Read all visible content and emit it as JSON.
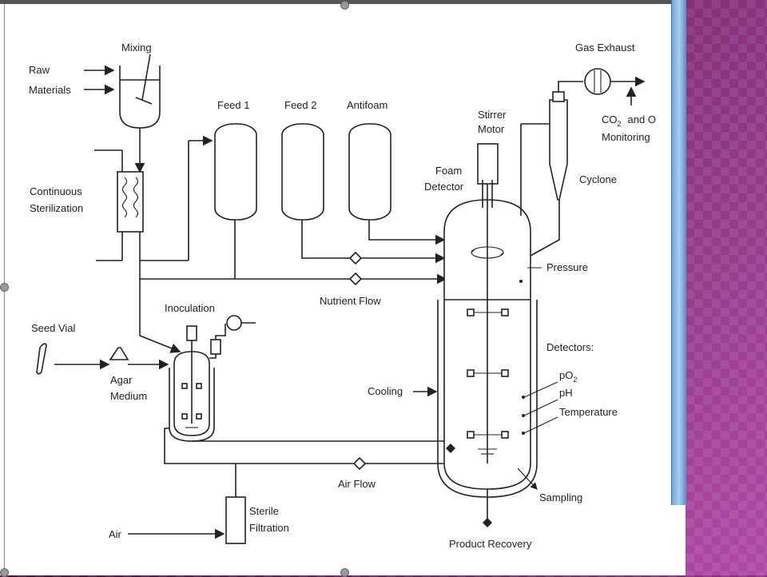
{
  "labels": {
    "mixing": "Mixing",
    "raw_materials_1": "Raw",
    "raw_materials_2": "Materials",
    "feed1": "Feed 1",
    "feed2": "Feed 2",
    "antifoam": "Antifoam",
    "stirrer_1": "Stirrer",
    "stirrer_2": "Motor",
    "gas_exhaust": "Gas Exhaust",
    "co2_1": "CO",
    "co2_sub": "2",
    "co2_2": "and O",
    "monitoring": "Monitoring",
    "foam_1": "Foam",
    "foam_2": "Detector",
    "cyclone": "Cyclone",
    "cont_ster_1": "Continuous",
    "cont_ster_2": "Sterilization",
    "pressure": "Pressure",
    "nutrient_flow": "Nutrient Flow",
    "inoculation": "Inoculation",
    "seed_vial": "Seed Vial",
    "agar_1": "Agar",
    "agar_2": "Medium",
    "detectors": "Detectors:",
    "po2_a": "pO",
    "po2_sub": "2",
    "ph": "pH",
    "temperature": "Temperature",
    "cooling": "Cooling",
    "air_flow": "Air Flow",
    "sampling": "Sampling",
    "sterile_1": "Sterile",
    "sterile_2": "Filtration",
    "air": "Air",
    "product_recovery": "Product Recovery"
  },
  "colors": {
    "line": "#222222",
    "background_right": "#7a2a6e",
    "scrollbar": "#a9cdef"
  }
}
